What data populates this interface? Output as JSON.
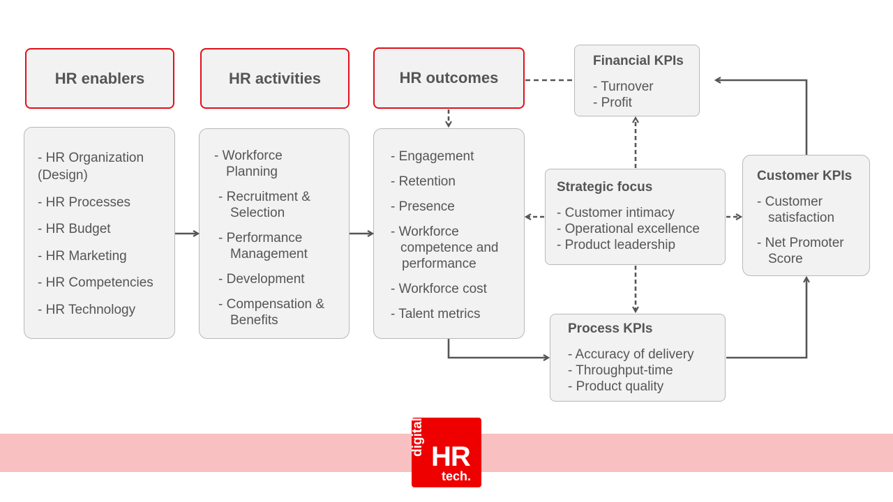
{
  "headers": {
    "enablers": "HR enablers",
    "activities": "HR activities",
    "outcomes": "HR outcomes"
  },
  "enablers": {
    "items": [
      "- HR Organization",
      "(Design)",
      "- HR Processes",
      "- HR Budget",
      "- HR Marketing",
      "- HR Competencies",
      "- HR Technology"
    ]
  },
  "activities": {
    "items": [
      "- Workforce",
      "Planning",
      "- Recruitment &",
      "Selection",
      "- Performance",
      "Management",
      "- Development",
      "- Compensation &",
      "Benefits"
    ]
  },
  "outcomes": {
    "items": [
      "- Engagement",
      "- Retention",
      "- Presence",
      "- Workforce",
      "competence and",
      "performance",
      "- Workforce cost",
      "- Talent metrics"
    ]
  },
  "financial": {
    "title": "Financial KPIs",
    "items": [
      "- Turnover",
      "- Profit"
    ]
  },
  "strategic": {
    "title": "Strategic focus",
    "items": [
      "- Customer intimacy",
      "- Operational excellence",
      "- Product leadership"
    ]
  },
  "customer": {
    "title": "Customer KPIs",
    "items": [
      "- Customer",
      "satisfaction",
      "- Net Promoter",
      "Score"
    ]
  },
  "process": {
    "title": "Process KPIs",
    "items": [
      "- Accuracy of delivery",
      "- Throughput-time",
      "- Product quality"
    ]
  },
  "logo": {
    "digital": "digital",
    "hr": "HR",
    "tech": "tech."
  },
  "colors": {
    "accent": "#e0101a",
    "band": "#f8c0c0",
    "box_fill": "#f2f2f2",
    "arrow": "#555555"
  }
}
